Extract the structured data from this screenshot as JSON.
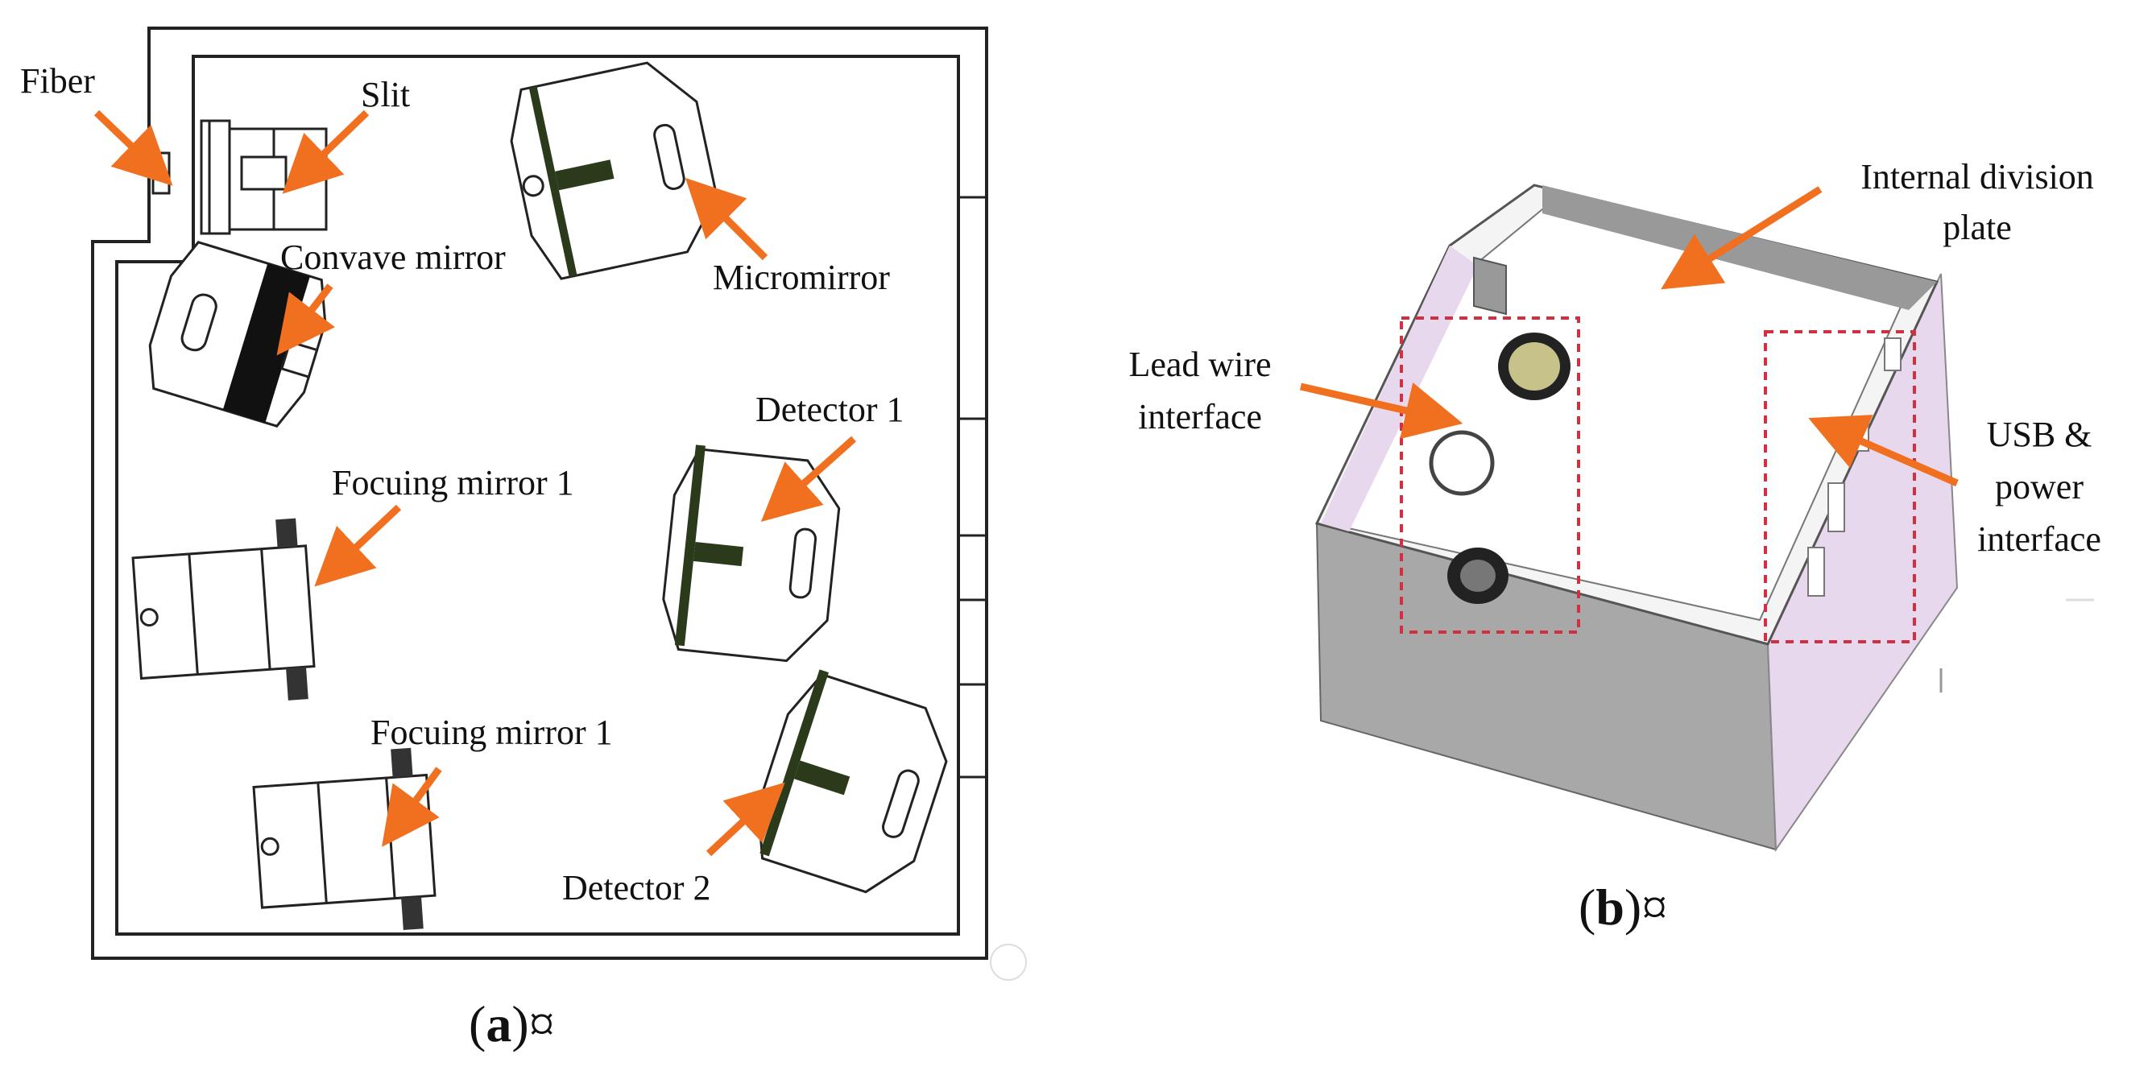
{
  "panel_a": {
    "labels": {
      "fiber": "Fiber",
      "slit": "Slit",
      "convave_mirror": "Convave mirror",
      "micromirror": "Micromirror",
      "detector_1": "Detector 1",
      "focuing_mirror_upper": "Focuing mirror 1",
      "focuing_mirror_lower": "Focuing mirror 1",
      "detector_2": "Detector 2"
    },
    "caption": {
      "open": "(",
      "letter": "a",
      "close": ")¤"
    }
  },
  "panel_b": {
    "labels": {
      "internal_division_line1": "Internal division",
      "internal_division_line2": "plate",
      "lead_wire_line1": "Lead wire",
      "lead_wire_line2": "interface",
      "usb_line1": "USB &",
      "usb_line2": "power",
      "usb_line3": "interface"
    },
    "caption": {
      "open": "(",
      "letter": "b",
      "close": ")¤"
    }
  },
  "colors": {
    "arrow": "#f07020",
    "highlight_box": "#d03040",
    "box_side": "#a8a8a8",
    "box_inner_side": "#e8d8ee",
    "component_dark": "#2a3a1a"
  }
}
